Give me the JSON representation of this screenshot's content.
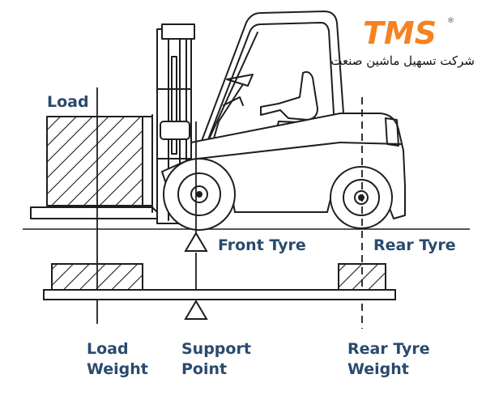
{
  "brand": {
    "logo_text": "TMS",
    "registered_mark": "®",
    "tagline": "شرکت تسهیل ماشین صنعت",
    "colors": {
      "logo_orange": "#f58220"
    }
  },
  "labels": {
    "load": "Load",
    "front_tyre": "Front Tyre",
    "rear_tyre": "Rear Tyre",
    "load_weight": {
      "line1": "Load",
      "line2": "Weight"
    },
    "support_point": {
      "line1": "Support",
      "line2": "Point"
    },
    "rear_tyre_weight": {
      "line1": "Rear Tyre",
      "line2": "Weight"
    }
  },
  "colors": {
    "label_text": "#2a4a6e",
    "line_art": "#1e1e1e"
  }
}
